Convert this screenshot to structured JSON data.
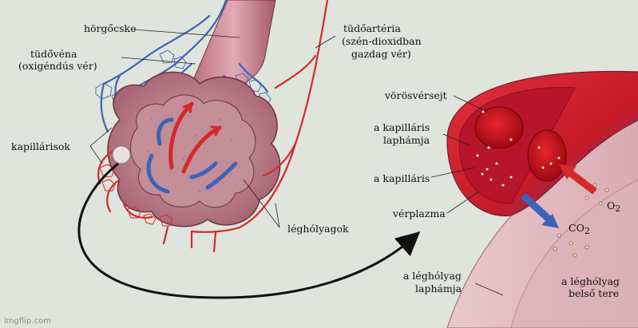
{
  "labels": {
    "horgocske": "hörgőcske",
    "tudovena_1": "tüdővéna",
    "tudovena_2": "(oxigéndús vér)",
    "tudoarteria_1": "tüdőartéria",
    "tudoarteria_2": "(szén-dioxidban",
    "tudoarteria_3": "gazdag vér)",
    "kapillarisok": "kapillárisok",
    "legholyagok": "léghólyagok",
    "vorosversejt": "vörösvérsejt",
    "kap_laphamja_1": "a kapilláris",
    "kap_laphamja_2": "laphámja",
    "kapillaris": "a kapilláris",
    "verplazma": "vérplazma",
    "o2": "O",
    "o2_sub": "2",
    "co2": "CO",
    "co2_sub": "2",
    "leg_laphamja_1": "a léghólyag",
    "leg_laphamja_2": "laphámja",
    "leg_belso_1": "a léghólyag",
    "leg_belso_2": "belső tere"
  },
  "watermark": "imgflip.com",
  "colors": {
    "background": "#dfe4dc",
    "artery_red": "#d42a2a",
    "vein_blue": "#3c63b8",
    "tissue_pink": "#c98a93",
    "alveolus_wall": "#e6c3c8",
    "blood_red": "#c8101a"
  }
}
